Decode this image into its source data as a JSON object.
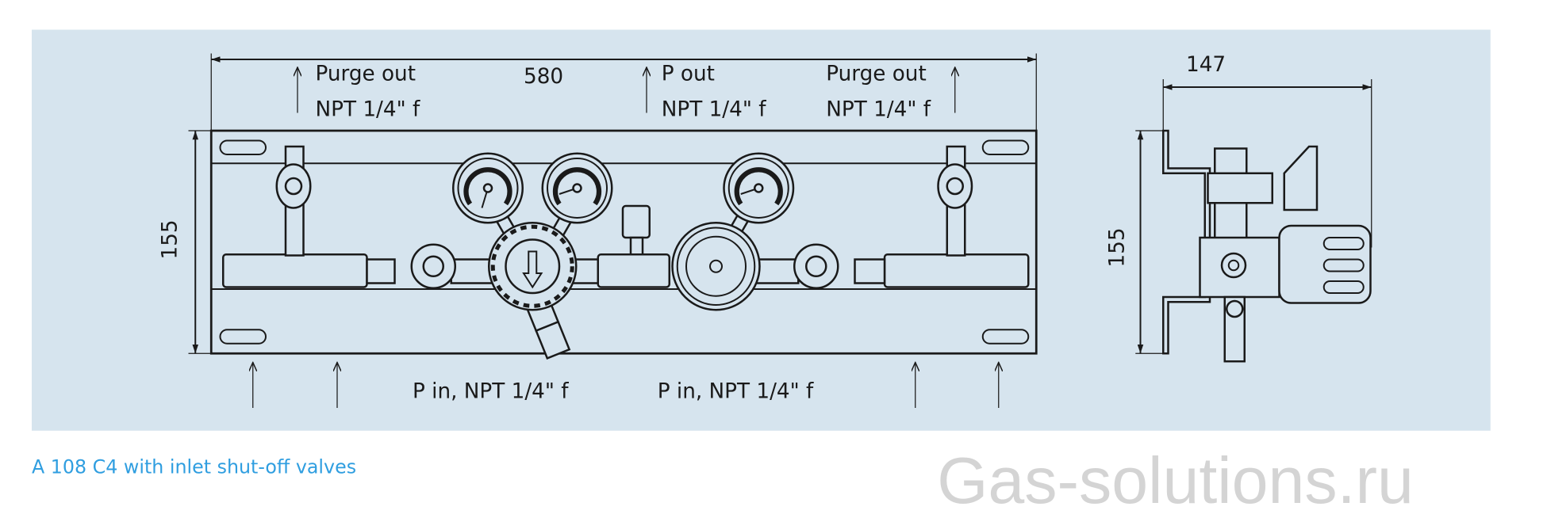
{
  "dimensions": {
    "width": "580",
    "height_front": "155",
    "depth": "147",
    "height_side": "155"
  },
  "labels": {
    "purge_out_left": "Purge out",
    "purge_out_left_thread": "NPT 1/4\" f",
    "p_out": "P out",
    "p_out_thread": "NPT 1/4\" f",
    "purge_out_right": "Purge out",
    "purge_out_right_thread": "NPT 1/4\" f",
    "p_in_left": "P in, NPT 1/4\" f",
    "p_in_right": "P in, NPT 1/4\" f"
  },
  "caption": "A 108 C4 with inlet shut-off valves",
  "watermark": "Gas-solutions.ru",
  "colors": {
    "panel_bg": "#d6e4ee",
    "caption": "#2f9ee0",
    "watermark": "#d4d4d4"
  }
}
